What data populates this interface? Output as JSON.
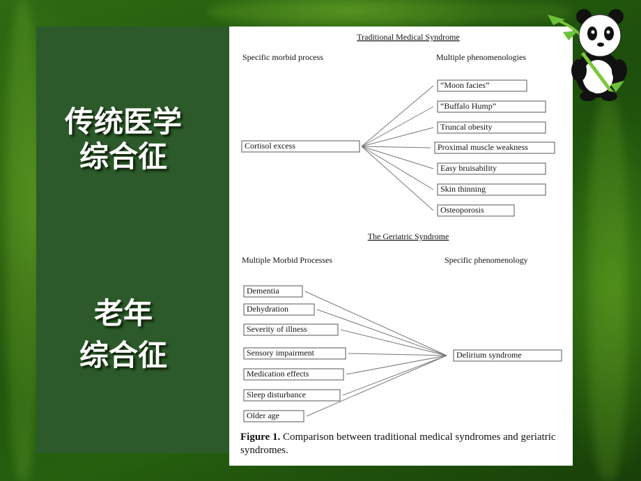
{
  "slide": {
    "title_lines": [
      "传统医学",
      "综合征"
    ],
    "subtitle_lines": [
      "老年",
      "综合征"
    ]
  },
  "figure": {
    "traditional": {
      "title": "Traditional Medical Syndrome",
      "left_header": "Specific morbid process",
      "right_header": "Multiple phenomenologies",
      "source": "Cortisol excess",
      "targets": [
        "“Moon facies”",
        "“Buffalo Hump”",
        "Truncal obesity",
        "Proximal muscle weakness",
        "Easy bruisability",
        "Skin thinning",
        "Osteoporosis"
      ]
    },
    "geriatric": {
      "title": "The Geriatric Syndrome",
      "left_header": "Multiple Morbid Processes",
      "right_header": "Specific phenomenology",
      "sources": [
        "Dementia",
        "Dehydration",
        "Severity of illness",
        "Sensory impairment",
        "Medication effects",
        "Sleep disturbance",
        "Older age"
      ],
      "target": "Delirium syndrome"
    },
    "caption": {
      "label": "Figure 1.",
      "text": "Comparison between traditional medical syndromes and geriatric syndromes."
    }
  },
  "decor": {
    "mascot": "panda-bamboo-icon"
  },
  "colors": {
    "background": "#1f5210",
    "panel": "#2c5a2a",
    "figure_bg": "#ffffff"
  }
}
